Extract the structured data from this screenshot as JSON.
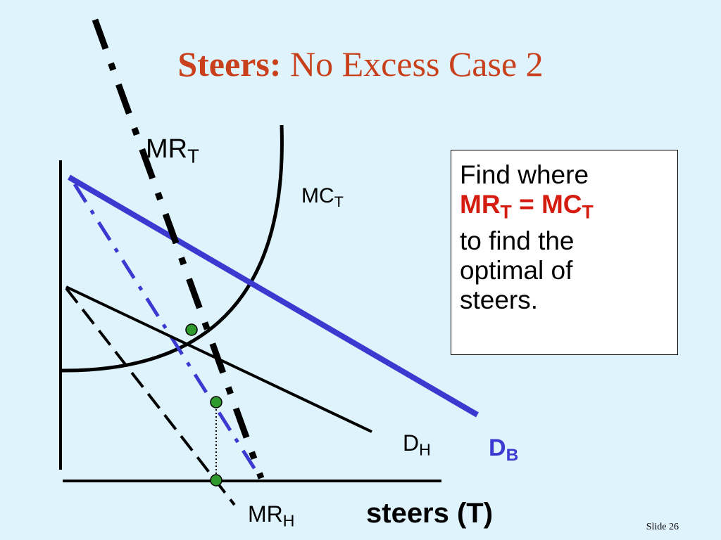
{
  "title": {
    "bold": "Steers:",
    "rest": "No Excess Case 2"
  },
  "labels": {
    "mr_t": {
      "main": "MR",
      "sub": "T"
    },
    "mc_t": {
      "main": "MC",
      "sub": "T"
    },
    "d_h": {
      "main": "D",
      "sub": "H"
    },
    "d_b": {
      "main": "D",
      "sub": "B"
    },
    "mr_h": {
      "main": "MR",
      "sub": "H"
    },
    "x_axis": "steers (T)"
  },
  "note": {
    "line1": "Find where",
    "eq_left": "MR",
    "eq_left_sub": "T",
    "eq_mid": " = MC",
    "eq_right_sub": "T",
    "line3": "to find the",
    "line4": "optimal of",
    "line5": "steers."
  },
  "slide_number": "Slide 26",
  "colors": {
    "background": "#dff3fd",
    "title": "#c8411c",
    "d_b_line": "#3a3ad0",
    "emphasis": "#d41c10",
    "dot": "#2e9a2e"
  }
}
